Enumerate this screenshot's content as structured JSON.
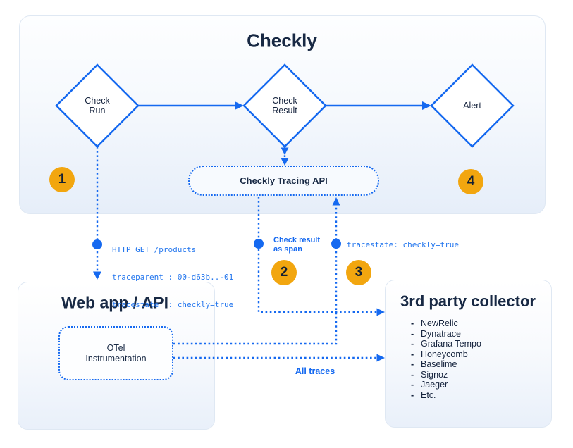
{
  "colors": {
    "accent_blue": "#1569f0",
    "navy_text": "#182944",
    "badge_orange": "#f2a60f",
    "panel_border": "#dfe8f3",
    "panel_fill_bottom": "#e6eef9"
  },
  "checkly_panel": {
    "title": "Checkly",
    "diamonds": [
      {
        "line1": "Check",
        "line2": "Run"
      },
      {
        "line1": "Check",
        "line2": "Result"
      },
      {
        "line1": "Alert",
        "line2": ""
      }
    ],
    "tracing_api_label": "Checkly Tracing API"
  },
  "badges": {
    "one": "1",
    "two": "2",
    "three": "3",
    "four": "4"
  },
  "annotations": {
    "http_request": {
      "line1": "HTTP GET /products",
      "line2": "traceparent : 00-d63b..-01",
      "line3": "tracestate  : checkly=true"
    },
    "check_result_span": {
      "line1": "Check result",
      "line2": "as span"
    },
    "tracestate_label": "tracestate: checkly=true",
    "all_traces_label": "All traces"
  },
  "web_app_panel": {
    "title": "Web app / API",
    "otel": {
      "line1": "OTel",
      "line2": "Instrumentation"
    }
  },
  "collector_panel": {
    "title": "3rd party collector",
    "bullet": "-",
    "items": [
      "NewRelic",
      "Dynatrace",
      "Grafana Tempo",
      "Honeycomb",
      "Baselime",
      "Signoz",
      "Jaeger",
      "Etc."
    ]
  }
}
